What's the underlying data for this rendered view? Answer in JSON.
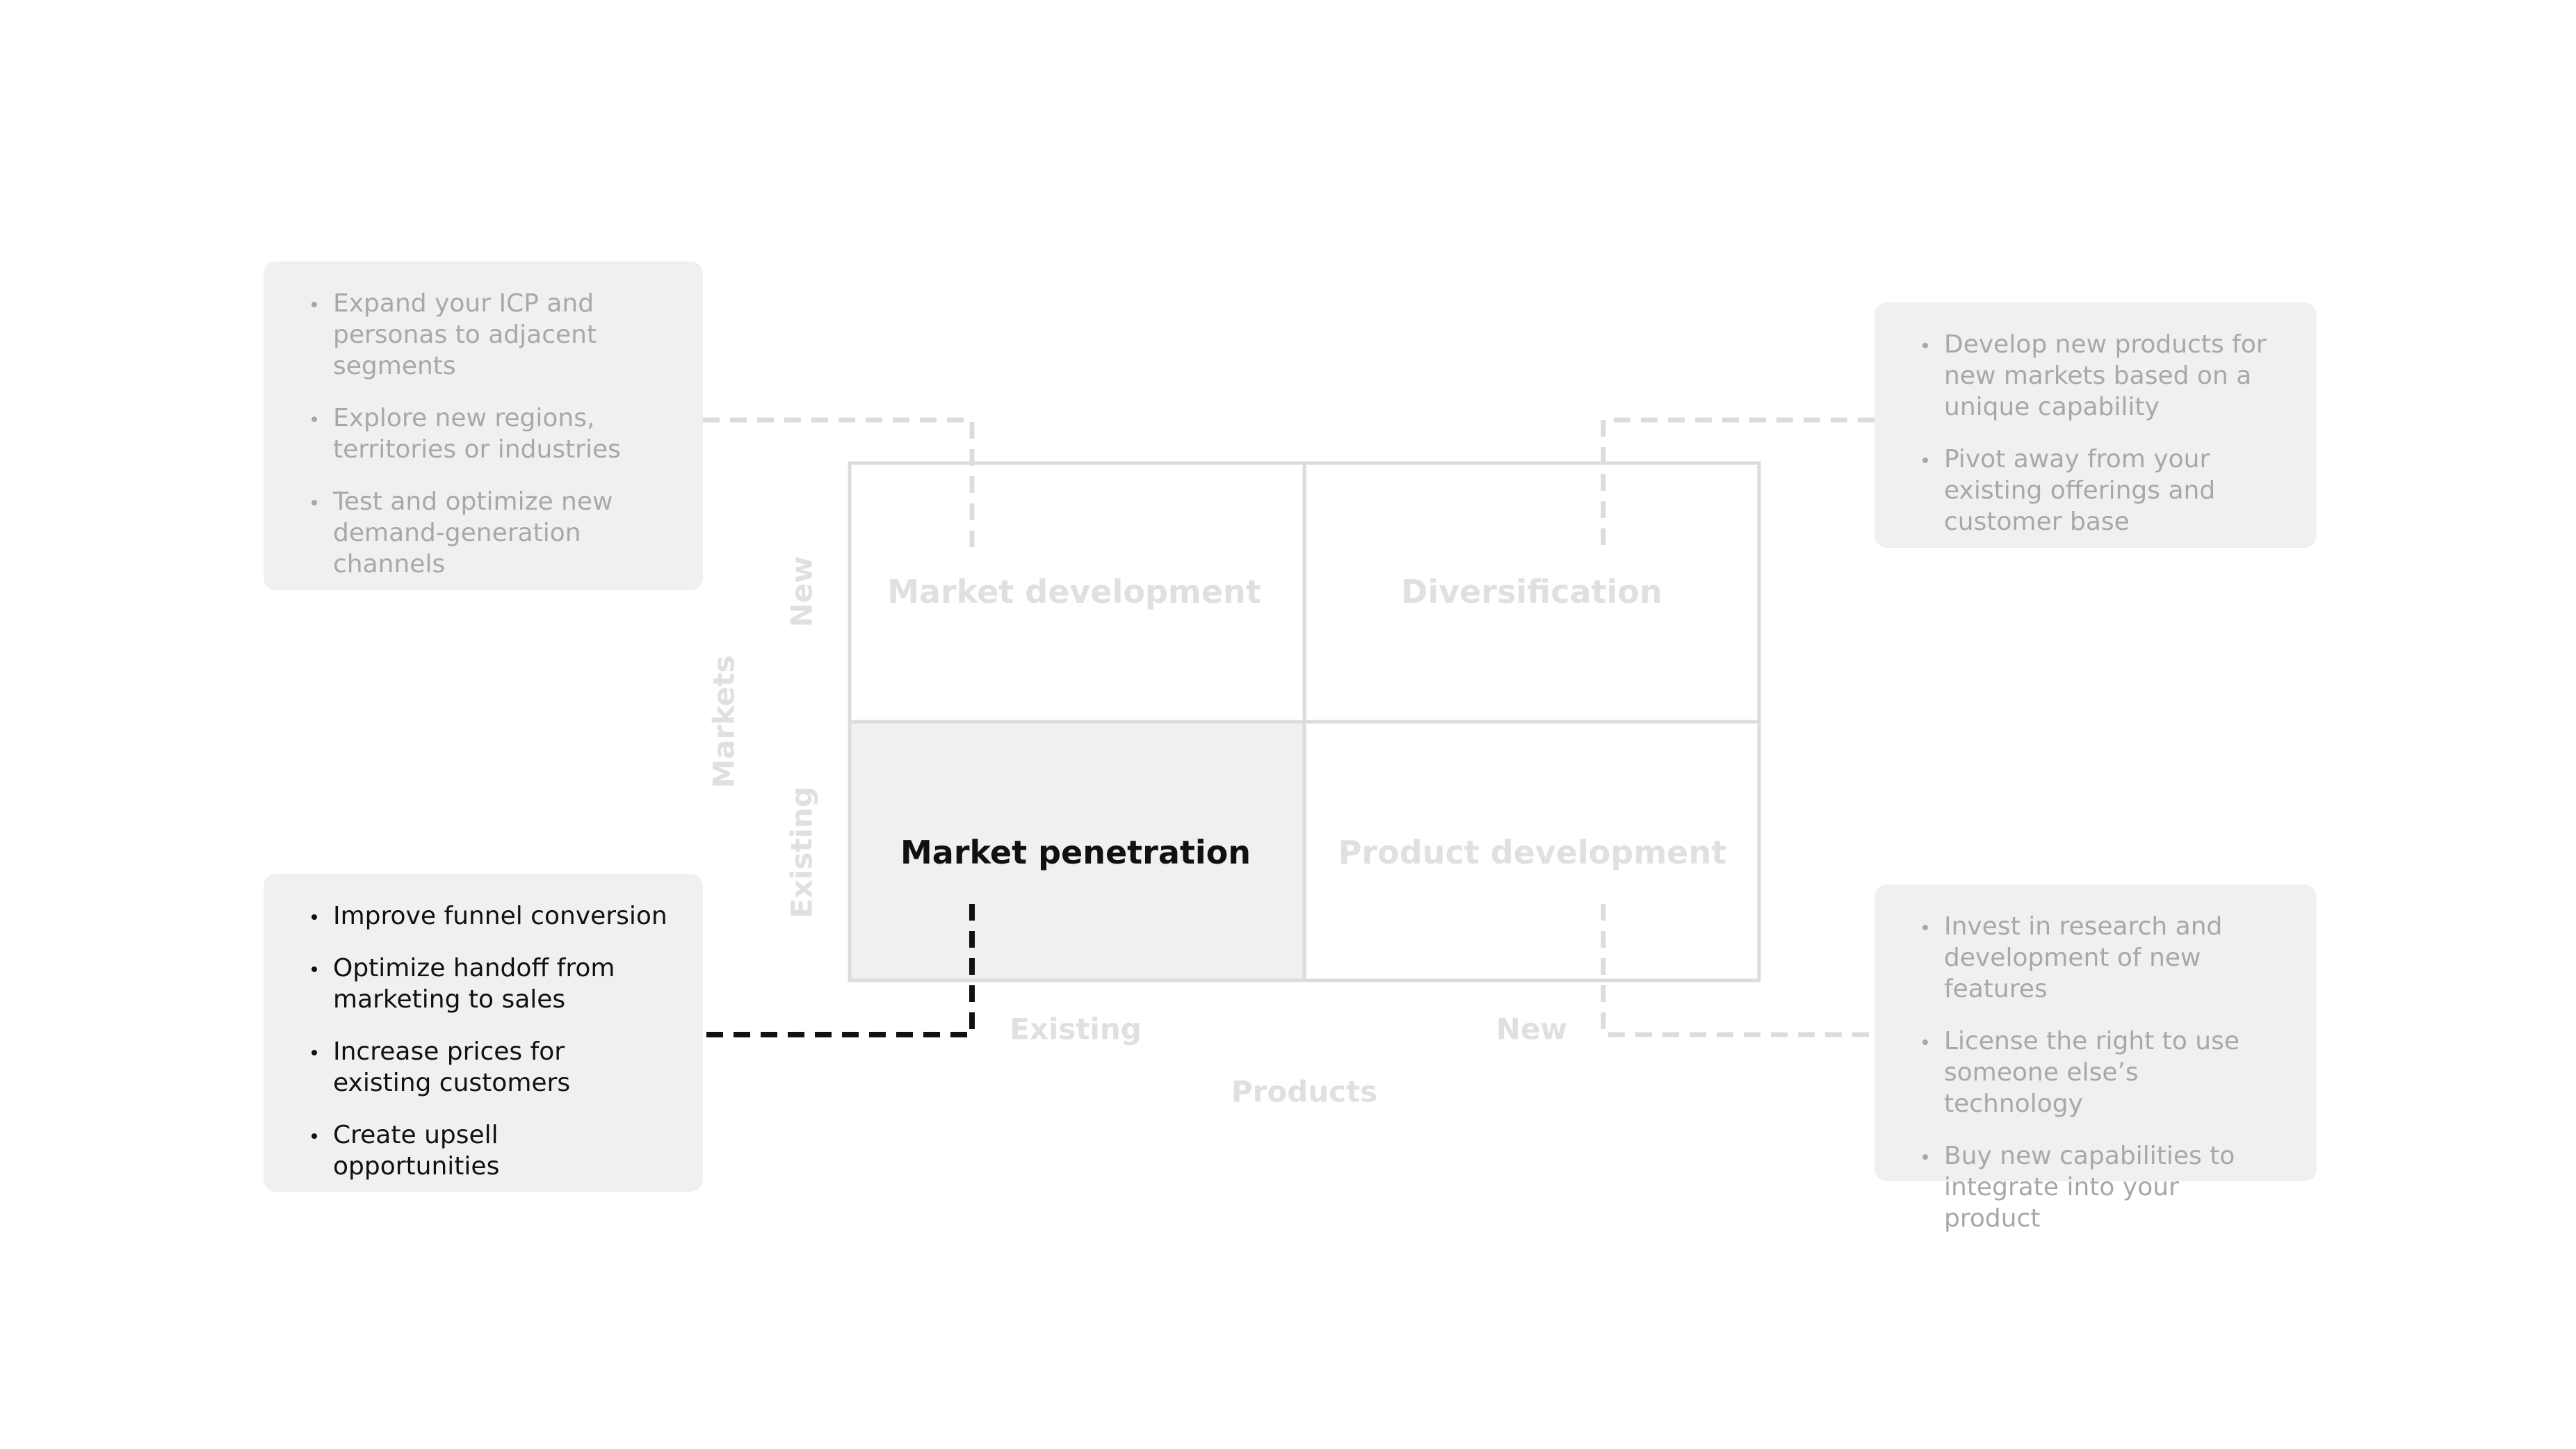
{
  "colors": {
    "card_bg": "#f0f0f0",
    "active_cell_bg": "#f0f0f0",
    "grid_line": "#dcdcdc",
    "faded_text": "#a8a8a8",
    "faded_label": "#e0e0e0",
    "active_text": "#111111",
    "active_connector": "#111111",
    "faded_connector": "#dcdcdc"
  },
  "matrix": {
    "quadrants": {
      "market_development": "Market development",
      "diversification": "Diversification",
      "market_penetration": "Market penetration",
      "product_development": "Product development"
    },
    "y_axis": {
      "title": "Markets",
      "new": "New",
      "existing": "Existing"
    },
    "x_axis": {
      "title": "Products",
      "existing": "Existing",
      "new": "New"
    },
    "active_quadrant": "market_penetration"
  },
  "cards": {
    "market_development": [
      "Expand your ICP and personas to adjacent segments",
      "Explore new regions, territories or industries",
      "Test and optimize new demand-generation channels"
    ],
    "diversification": [
      "Develop new products for new markets based on a unique capability",
      "Pivot away from your existing offerings and customer base"
    ],
    "market_penetration": [
      "Improve funnel conversion",
      "Optimize handoff from marketing to sales",
      "Increase prices for existing customers",
      "Create upsell opportunities"
    ],
    "product_development": [
      "Invest in research and development of new features",
      "License the right to use someone else’s technology",
      "Buy new capabilities to integrate into your product"
    ]
  }
}
